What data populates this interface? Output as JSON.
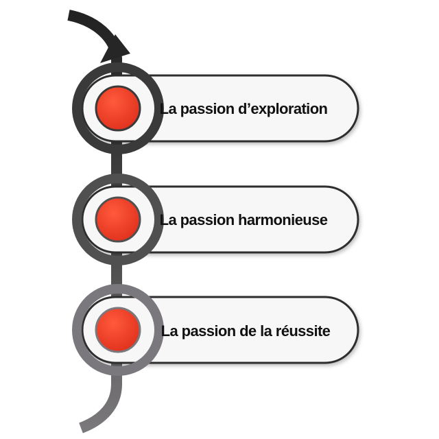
{
  "steps": [
    {
      "label": "La passion d’exploration",
      "ring_color": "#3a3a3a",
      "dot_color": "#ee3a24"
    },
    {
      "label": "La passion harmonieuse",
      "ring_color": "#505050",
      "dot_color": "#ee3a24"
    },
    {
      "label": "La passion de la réussite",
      "ring_color": "#7a787c",
      "dot_color": "#ee3a24"
    }
  ],
  "colors": {
    "background": "#ffffff",
    "arrow_top": "#262626",
    "arrow_bottom": "#6f6d70",
    "card": "#f7f7f7",
    "card_border": "#2f2f2f",
    "text": "#111111"
  }
}
